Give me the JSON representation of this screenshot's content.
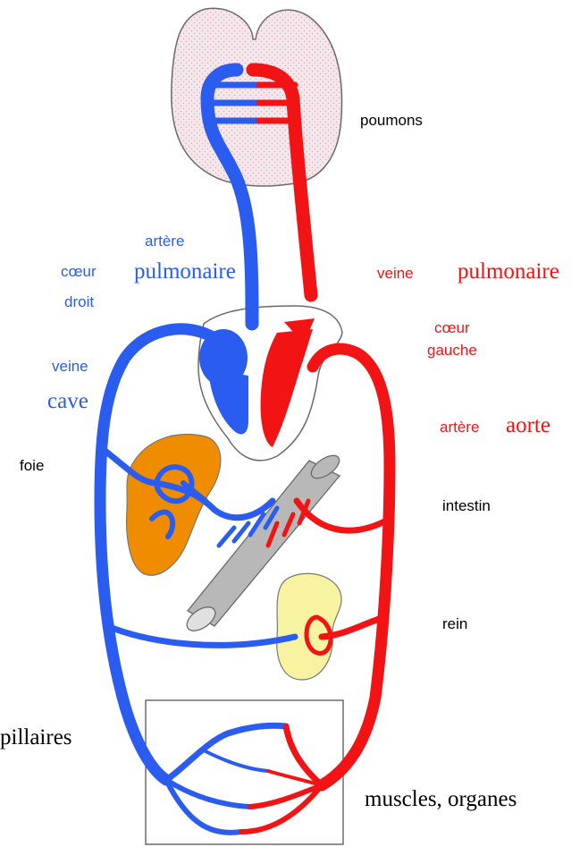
{
  "labels": {
    "lungs": "poumons",
    "pulmonary_artery_small": "artère",
    "pulmonary_artery_big": "pulmonaire",
    "right_heart_line1": "cœur",
    "right_heart_line2": "droit",
    "pulmonary_vein_small": "veine",
    "pulmonary_vein_big": "pulmonaire",
    "left_heart_line1": "cœur",
    "left_heart_line2": "gauche",
    "vena_cava_small": "veine",
    "vena_cava_big": "cave",
    "aorta_small": "artère",
    "aorta_big": "aorte",
    "liver": "foie",
    "intestine": "intestin",
    "kidney": "rein",
    "capillaries": "pillaires",
    "muscles_organs": "muscles, organes"
  },
  "colors": {
    "venous_blue": "#2b5cf0",
    "arterial_red": "#f21414",
    "lung_fill": "#f3e6ea",
    "liver_orange": "#f08c00",
    "intestine_grey": "#b8b8b8",
    "kidney_yellow": "#f7f3a0",
    "label_black": "#000000"
  }
}
